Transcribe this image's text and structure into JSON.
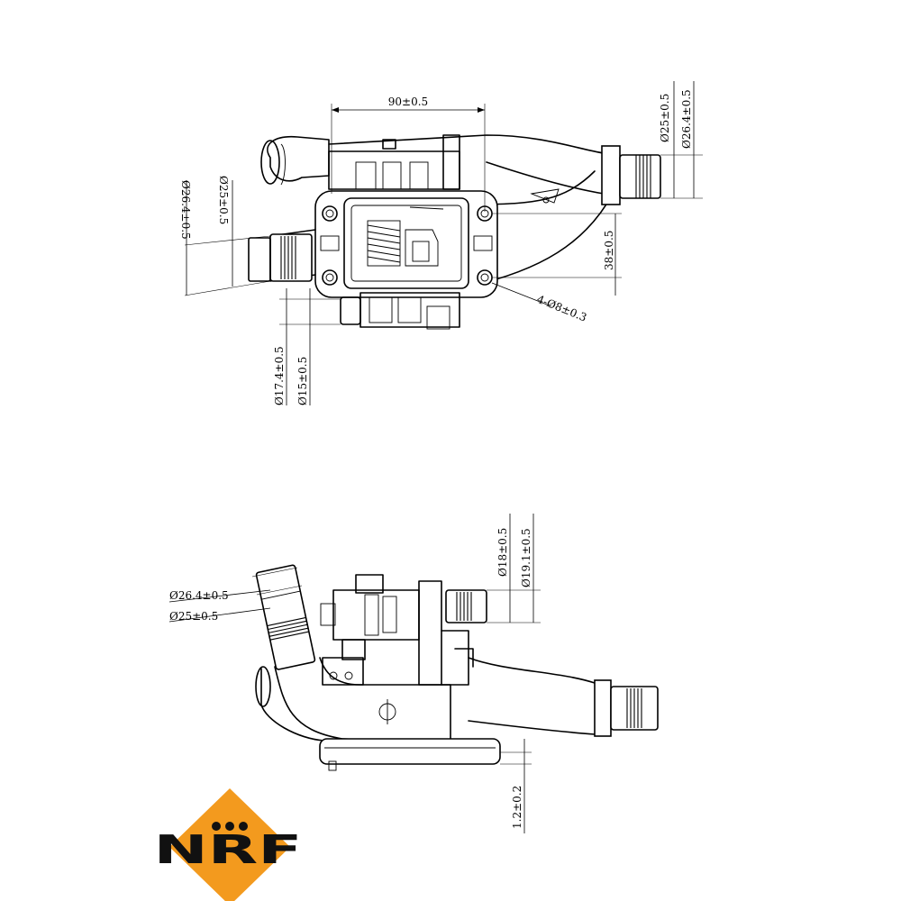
{
  "top_view": {
    "dim_width": "90±0.5",
    "dim_outlet_inner_right": "Ø25±0.5",
    "dim_outlet_outer_right": "Ø26.4±0.5",
    "dim_inlet_outer_left": "Ø26.4±0.5",
    "dim_inlet_inner_left": "Ø25±0.5",
    "dim_hole_spacing": "38±0.5",
    "dim_holes": "4-Ø8±0.3",
    "dim_small_outer": "Ø17.4±0.5",
    "dim_small_inner": "Ø15±0.5"
  },
  "side_view": {
    "dim_upper_outer": "Ø26.4±0.5",
    "dim_upper_inner": "Ø25±0.5",
    "dim_right_inner": "Ø18±0.5",
    "dim_right_outer": "Ø19.1±0.5",
    "dim_gasket": "1.2±0.2"
  },
  "brand": {
    "logo_text": "NRF",
    "logo_color": "#f39a1e",
    "text_color": "#111111"
  }
}
